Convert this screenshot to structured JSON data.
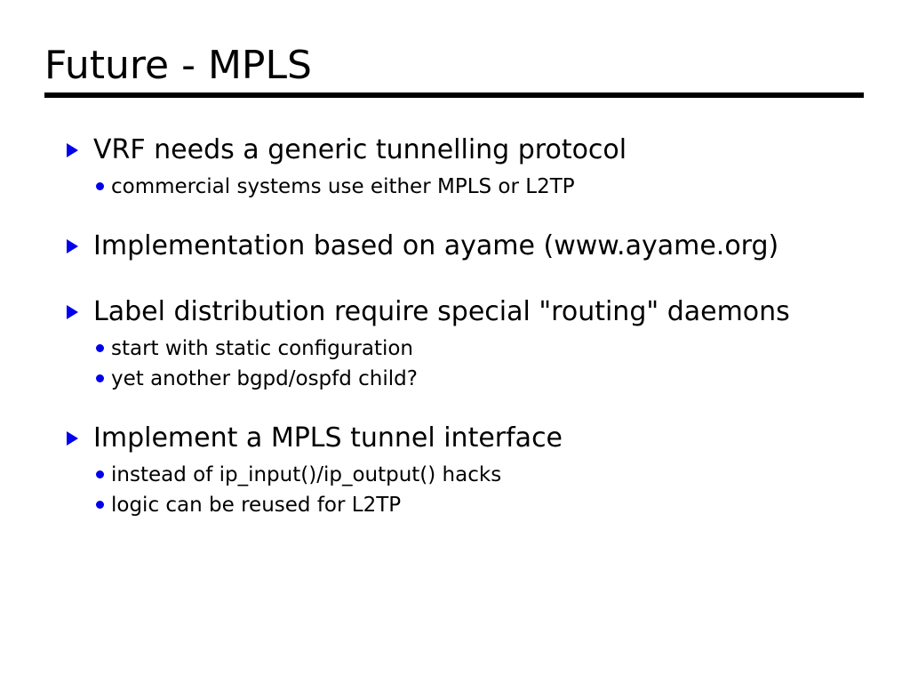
{
  "slide": {
    "title": "Future - MPLS",
    "accent_color": "#0000ee",
    "text_color": "#000000",
    "background_color": "#ffffff",
    "level1_marker_icon": "triangle-right-icon",
    "level2_marker_icon": "bullet-dot-icon",
    "groups": [
      {
        "heading": "VRF needs a generic tunnelling protocol",
        "sub": [
          "commercial systems use either MPLS or L2TP"
        ]
      },
      {
        "heading": "Implementation based on ayame (www.ayame.org)",
        "sub": []
      },
      {
        "heading": "Label distribution require special \"routing\" daemons",
        "sub": [
          "start with static configuration",
          "yet another bgpd/ospfd child?"
        ]
      },
      {
        "heading": "Implement a MPLS tunnel interface",
        "sub": [
          "instead of ip_input()/ip_output() hacks",
          "logic can be reused for L2TP"
        ]
      }
    ]
  }
}
